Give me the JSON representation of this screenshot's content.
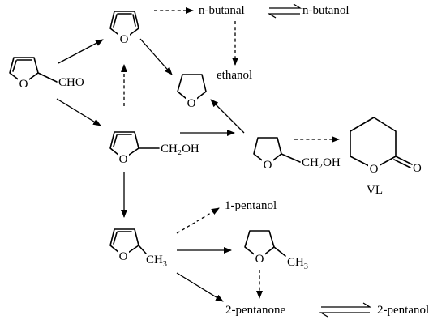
{
  "scheme": {
    "compounds": {
      "furfural": {
        "group": "CHO"
      },
      "furfuryl_alcohol": {
        "group": "CH₂OH"
      },
      "tetrahydrofurfuryl_alcohol": {
        "group": "CH₂OH"
      },
      "methylfuran": {
        "group": "CH",
        "group_subscript": "3"
      },
      "methyltetrahydrofuran": {
        "group": "CH",
        "group_subscript": "3"
      },
      "valerolactone": {
        "label": "VL"
      }
    },
    "ring_oxygen": "O",
    "carbonyl_oxygen": "O",
    "products": {
      "n_butanal": "n-butanal",
      "n_butanol": "n-butanol",
      "ethanol": "ethanol",
      "pentanol_1": "1-pentanol",
      "pentanone_2": "2-pentanone",
      "pentanol_2": "2-pentanol"
    }
  }
}
